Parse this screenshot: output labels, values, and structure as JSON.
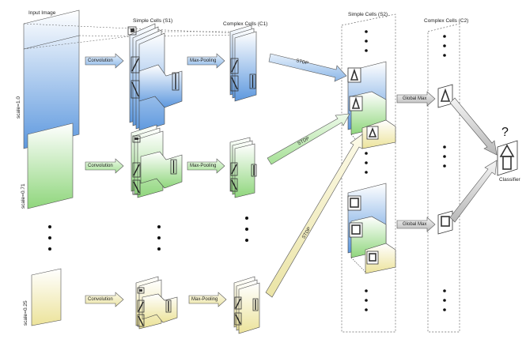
{
  "headers": {
    "input": "Input Image",
    "s1": "Simple Cells (S1)",
    "c1": "Complex Cells (C1)",
    "s2": "Simple Cells (S2)",
    "c2": "Complex Cells (C2)"
  },
  "scales": [
    "scale=1.0",
    "scale=0.71",
    "scale=0.25"
  ],
  "ops": {
    "convolution": "Convolution",
    "maxpool": "Max-Pooling",
    "stdp": "STDP",
    "globalmax": "Global Max"
  },
  "classifier": {
    "label": "Classifier",
    "symbol": "?"
  },
  "colors": {
    "blue": "#6fa3e0",
    "green": "#9fdc8c",
    "yellow": "#f0eaa6"
  }
}
